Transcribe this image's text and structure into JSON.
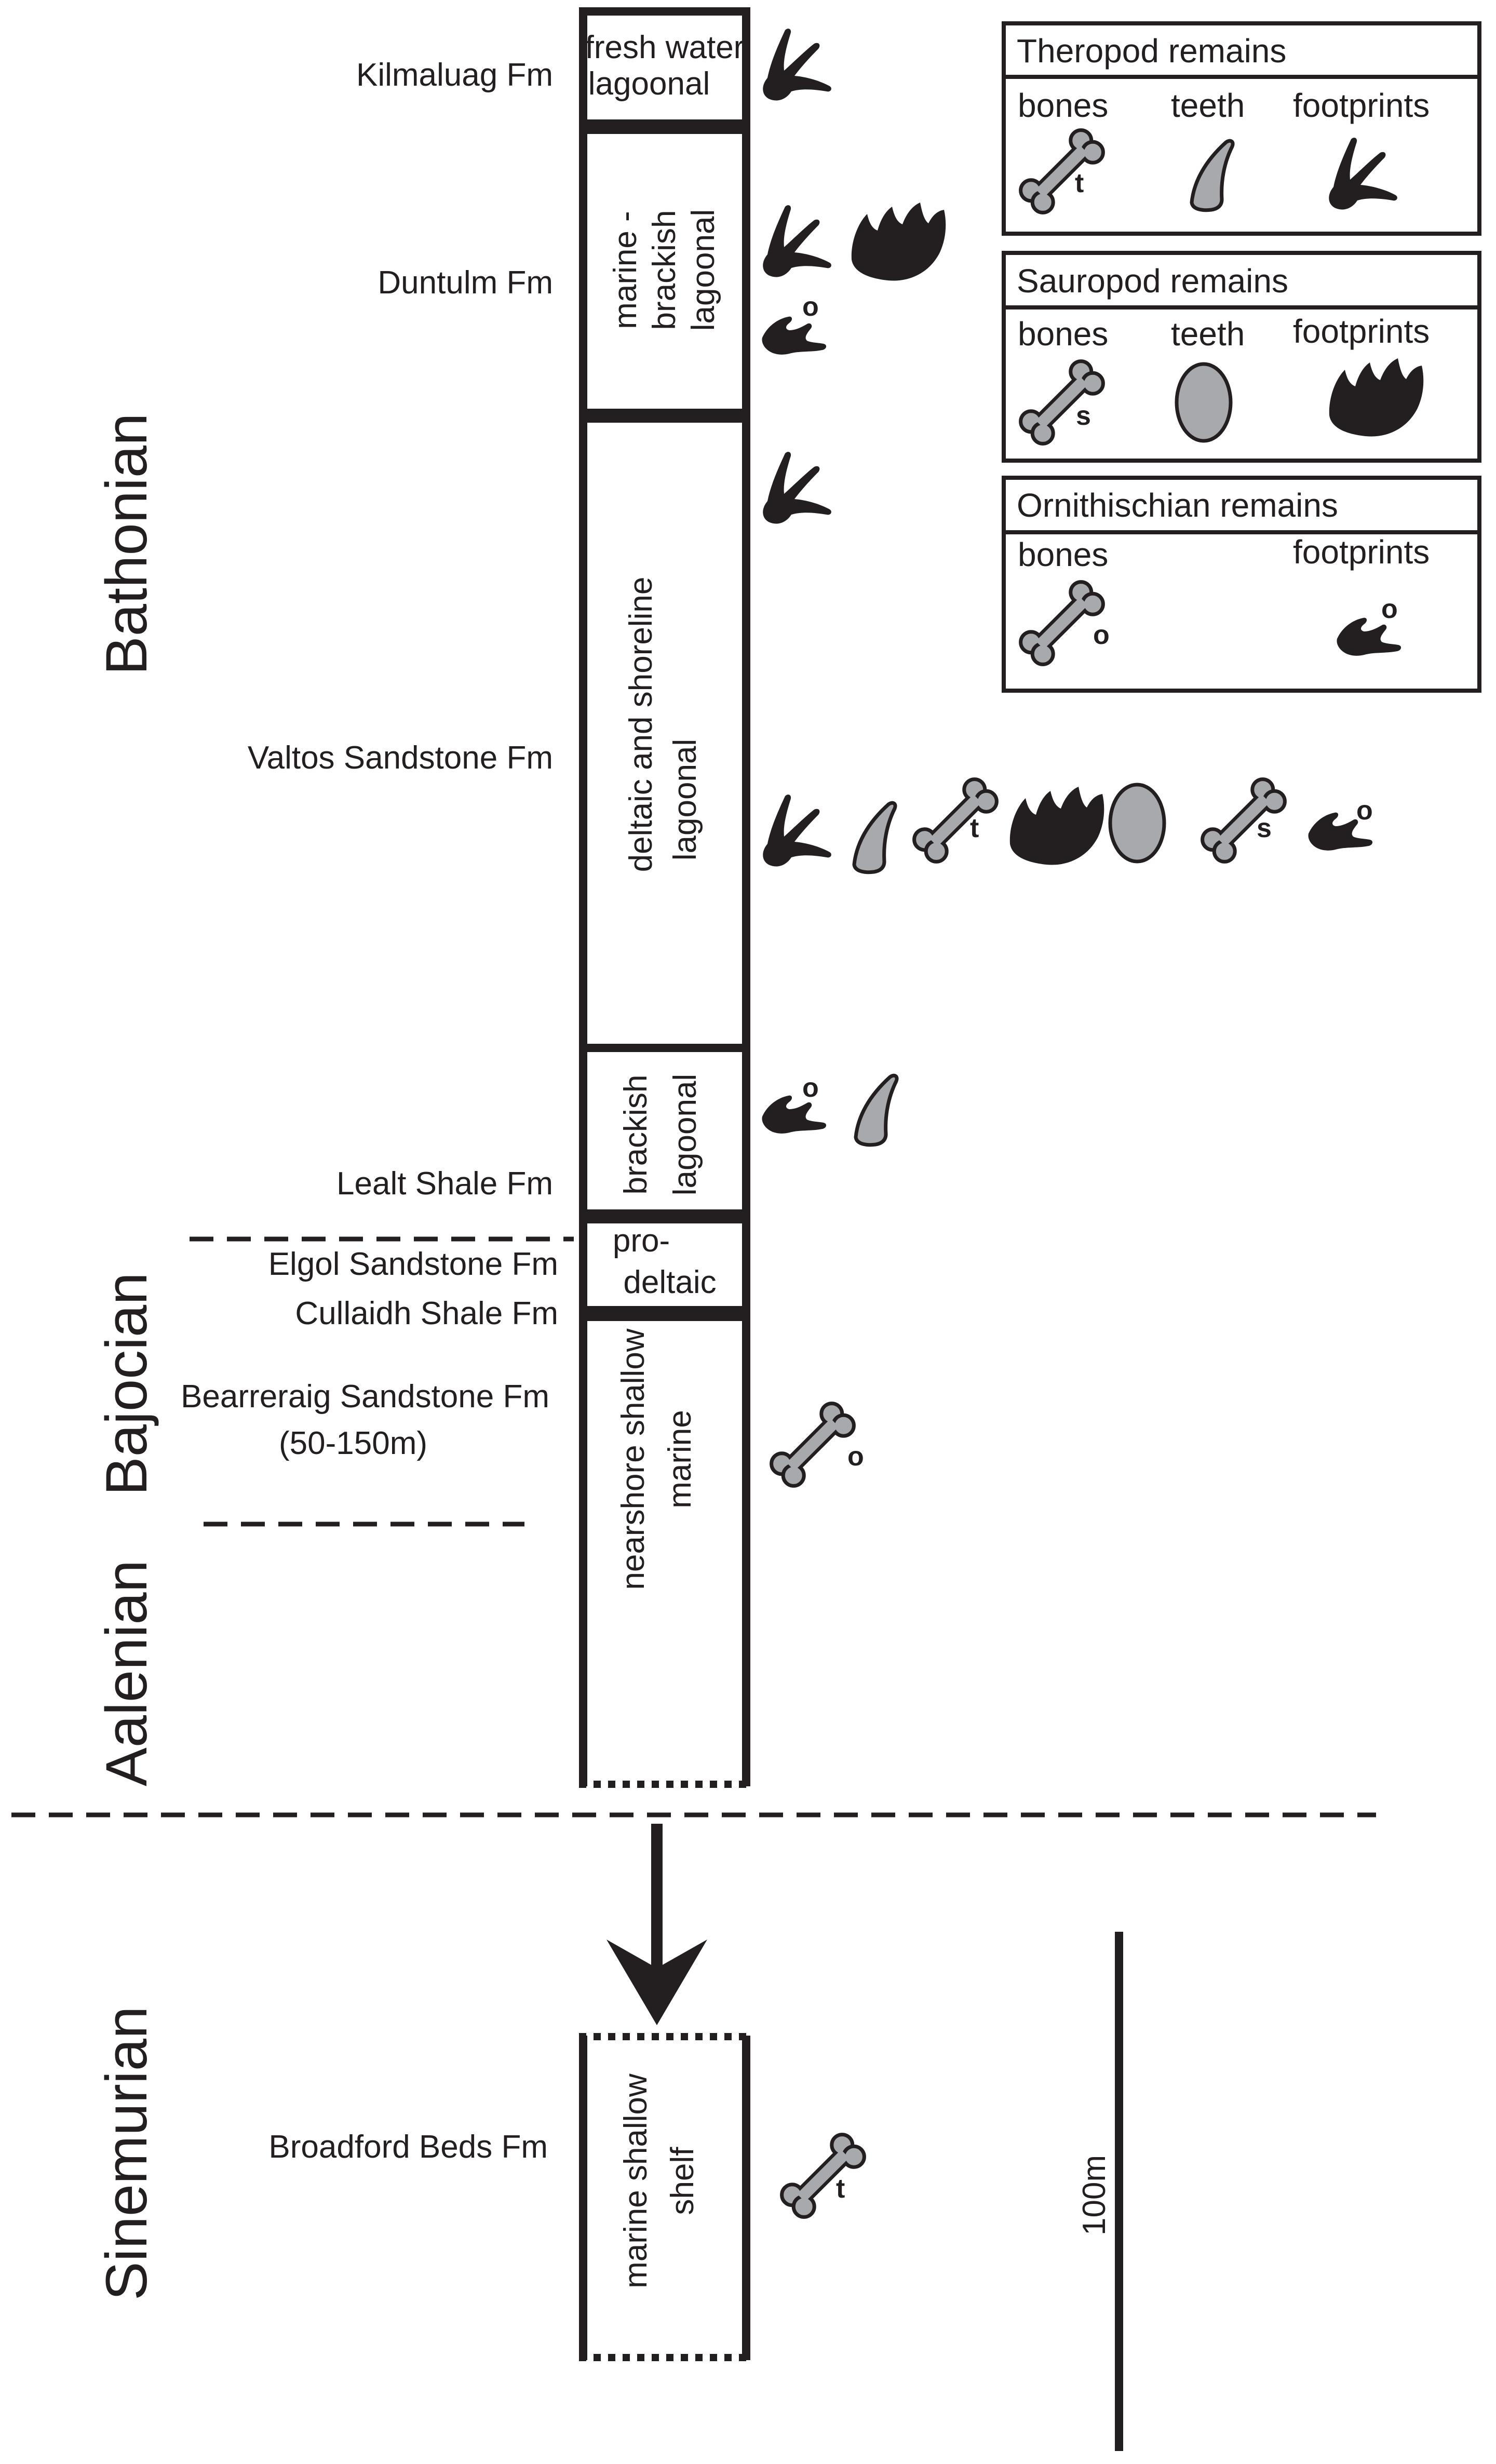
{
  "stages": {
    "bathonian": "Bathonian",
    "bajocian": "Bajocian",
    "aalenian": "Aalenian",
    "sinemurian": "Sinemurian"
  },
  "formations": {
    "kilmaluag": "Kilmaluag Fm",
    "duntulm": "Duntulm Fm",
    "valtos": "Valtos Sandstone Fm",
    "lealt": "Lealt  Shale Fm",
    "elgol": "Elgol Sandstone Fm",
    "cullaidh": "Cullaidh Shale Fm",
    "bearreraig": "Bearreraig Sandstone  Fm",
    "bearreraig_thickness": "(50-150m)",
    "broadford": "Broadford Beds Fm"
  },
  "environments": {
    "kilmaluag": [
      "fresh water",
      "lagoonal"
    ],
    "duntulm": [
      "marine -",
      "brackish",
      "lagoonal"
    ],
    "valtos": [
      "deltaic and shoreline",
      "lagoonal"
    ],
    "lealt": [
      "brackish",
      "lagoonal"
    ],
    "elgol": [
      "pro-",
      "deltaic"
    ],
    "bearreraig": [
      "nearshore shallow",
      "marine"
    ],
    "broadford": [
      "marine shallow",
      "shelf"
    ]
  },
  "legend": {
    "theropod": {
      "title": "Theropod remains",
      "bones": "bones",
      "teeth": "teeth",
      "footprints": "footprints",
      "marker": "t"
    },
    "sauropod": {
      "title": "Sauropod remains",
      "bones": "bones",
      "teeth": "teeth",
      "footprints": "footprints",
      "marker": "s"
    },
    "ornithischian": {
      "title": "Ornithischian remains",
      "bones": "bones",
      "footprints": "footprints",
      "marker": "o"
    }
  },
  "scale_bar": "100m",
  "colors": {
    "ink": "#231f20",
    "bone_fill": "#a7a9ac",
    "tooth_fill": "#a7a9ac"
  }
}
